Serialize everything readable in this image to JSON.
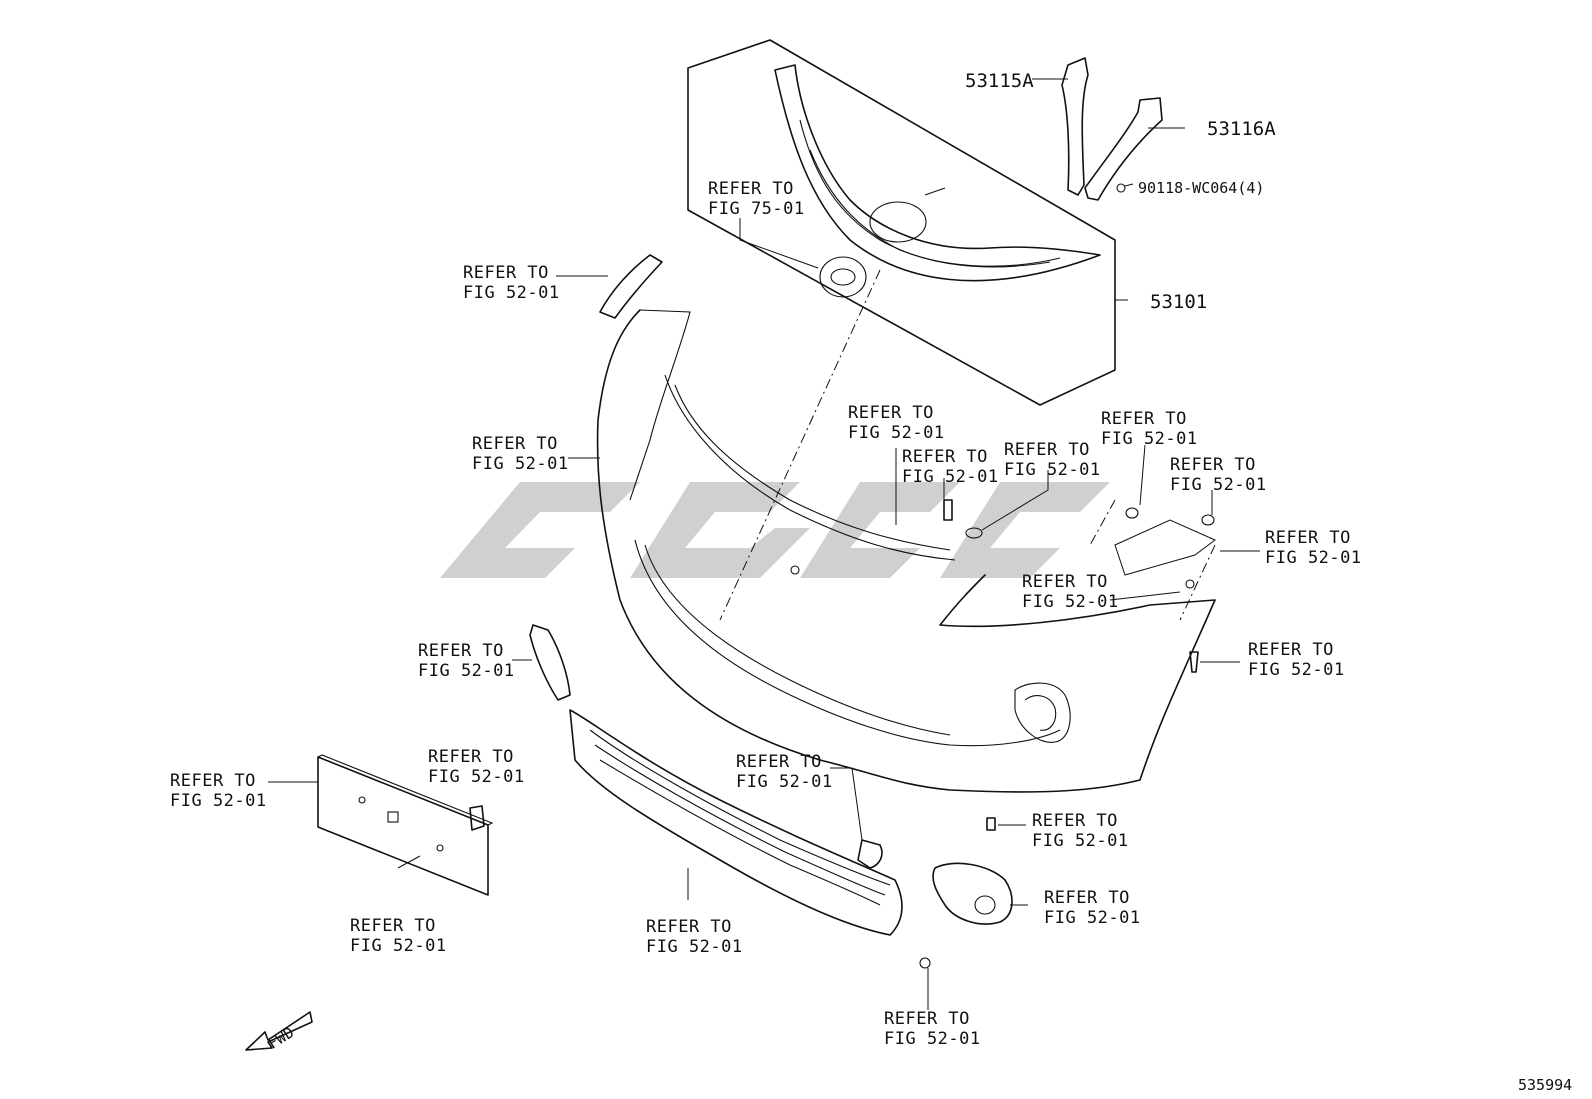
{
  "diagram_id": "535994",
  "part_numbers": {
    "grille": "53101",
    "bracket_a": "53115A",
    "bracket_b": "53116A",
    "screw": "90118-WC064(4)"
  },
  "refer_75": {
    "line1": "REFER TO",
    "line2": "FIG 75-01"
  },
  "refer_52": {
    "line1": "REFER TO",
    "line2": "FIG 52-01"
  },
  "fwd_label": "FWD"
}
